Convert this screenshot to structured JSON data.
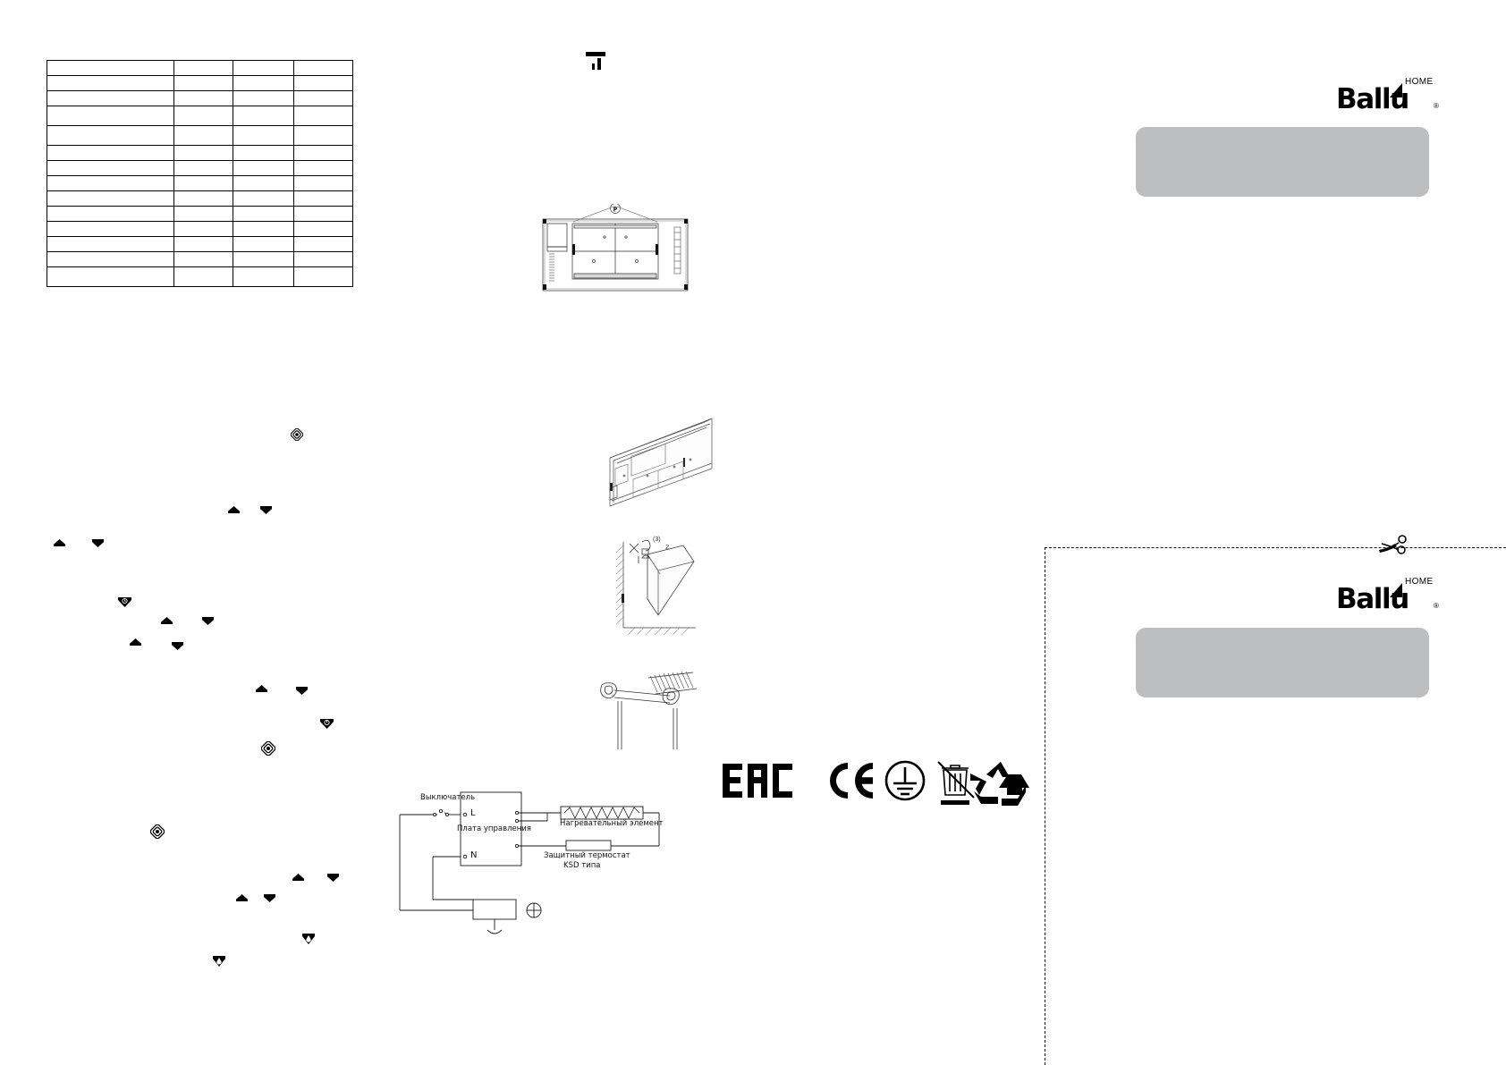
{
  "document": {
    "kind": "printed-instruction-sheet",
    "brand": "Ballu",
    "brand_sub": "HOME",
    "brand_reg": "®",
    "page_bg": "#ffffff",
    "banner_color": "#bcbec0"
  },
  "spec_table": {
    "name": "specification-table",
    "columns": 4,
    "rows": 14,
    "cells": [
      [
        "",
        "",
        "",
        ""
      ],
      [
        "",
        "",
        "",
        ""
      ],
      [
        "",
        "",
        "",
        ""
      ],
      [
        "",
        "",
        "",
        ""
      ],
      [
        "",
        "",
        "",
        ""
      ],
      [
        "",
        "",
        "",
        ""
      ],
      [
        "",
        "",
        "",
        ""
      ],
      [
        "",
        "",
        "",
        ""
      ],
      [
        "",
        "",
        "",
        ""
      ],
      [
        "",
        "",
        "",
        ""
      ],
      [
        "",
        "",
        "",
        ""
      ],
      [
        "",
        "",
        "",
        ""
      ],
      [
        "",
        "",
        "",
        ""
      ],
      [
        "",
        "",
        "",
        ""
      ]
    ]
  },
  "wiring_diagram": {
    "title": "",
    "labels": {
      "switch": "Выключатель",
      "control_board": "Плата управления",
      "terminal_l": "L",
      "terminal_n": "N",
      "heating_element": "Нагревательный элемент",
      "thermostat_line1": "Защитный термостат",
      "thermostat_line2": "KSD типа"
    }
  },
  "certification_marks": [
    {
      "name": "eac-mark",
      "label": "EAC"
    },
    {
      "name": "ce-mark",
      "label": "CE"
    },
    {
      "name": "protective-earth-mark",
      "label": ""
    },
    {
      "name": "weee-crossed-bin-mark",
      "label": ""
    },
    {
      "name": "recycling-mark",
      "label": ""
    }
  ],
  "illustrations": [
    {
      "name": "rear-panel-bracket-drawing",
      "callouts": [
        "P"
      ]
    },
    {
      "name": "heater-perspective-drawing",
      "callouts": []
    },
    {
      "name": "wall-mount-angle-drawing",
      "callouts": [
        "2",
        "(3)"
      ]
    },
    {
      "name": "bracket-hook-detail-drawing",
      "callouts": []
    },
    {
      "name": "top-crop-mark",
      "callouts": []
    }
  ],
  "warranty_cards": [
    {
      "name": "warranty-card-top",
      "logo": "Ballu",
      "logo_sub": "HOME",
      "banner_text": ""
    },
    {
      "name": "warranty-card-bottom",
      "logo": "Ballu",
      "logo_sub": "HOME",
      "banner_text": ""
    }
  ],
  "cut_marks": {
    "scissors_icon": "scissors-icon",
    "horizontal_line": "",
    "vertical_line": ""
  },
  "markers": {
    "up_glyph": "",
    "down_glyph": "",
    "diamond_glyph": "",
    "clock_glyph": "",
    "power_glyph": ""
  }
}
